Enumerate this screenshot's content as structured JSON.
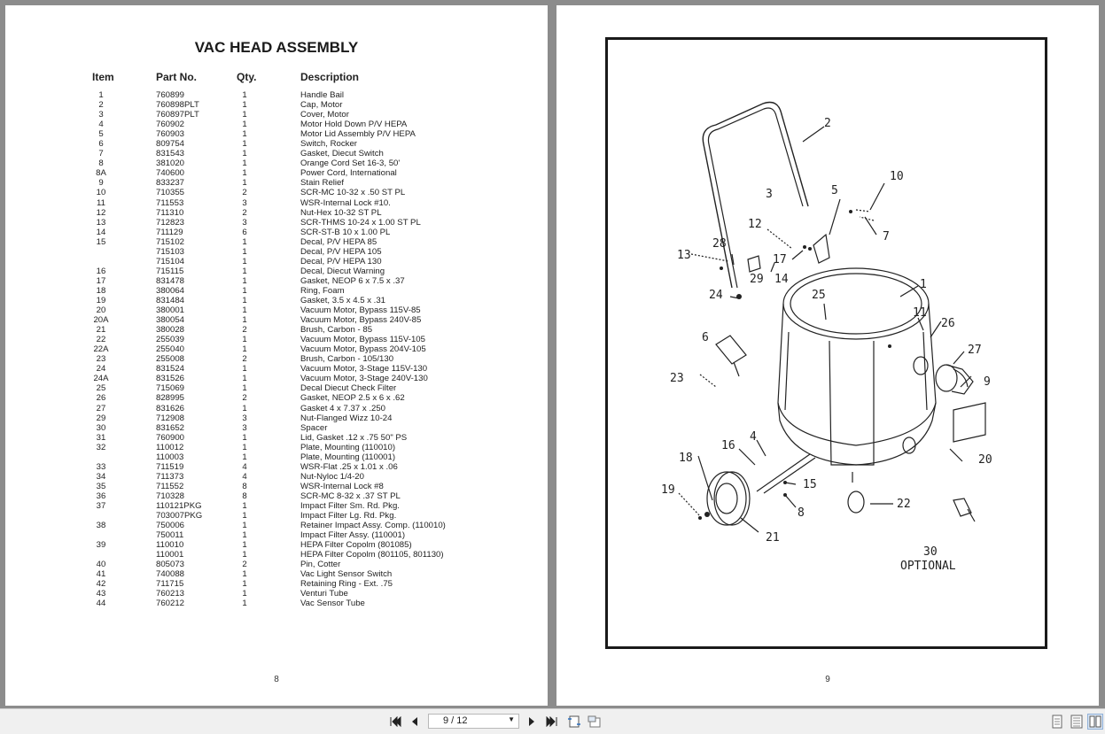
{
  "left_page": {
    "title": "VAC HEAD ASSEMBLY",
    "headers": {
      "item": "Item",
      "part": "Part No.",
      "qty": "Qty.",
      "desc": "Description"
    },
    "rows": [
      {
        "item": "1",
        "part": "760899",
        "qty": "1",
        "desc": "Handle Bail"
      },
      {
        "item": "2",
        "part": "760898PLT",
        "qty": "1",
        "desc": "Cap, Motor"
      },
      {
        "item": "3",
        "part": "760897PLT",
        "qty": "1",
        "desc": "Cover, Motor"
      },
      {
        "item": "4",
        "part": "760902",
        "qty": "1",
        "desc": "Motor Hold Down P/V HEPA"
      },
      {
        "item": "5",
        "part": "760903",
        "qty": "1",
        "desc": "Motor Lid Assembly P/V HEPA"
      },
      {
        "item": "6",
        "part": "809754",
        "qty": "1",
        "desc": "Switch, Rocker"
      },
      {
        "item": "7",
        "part": "831543",
        "qty": "1",
        "desc": "Gasket, Diecut Switch"
      },
      {
        "item": "8",
        "part": "381020",
        "qty": "1",
        "desc": "Orange Cord Set 16-3, 50'"
      },
      {
        "item": "8A",
        "part": "740600",
        "qty": "1",
        "desc": "Power Cord, International"
      },
      {
        "item": "9",
        "part": "833237",
        "qty": "1",
        "desc": "Stain Relief"
      },
      {
        "item": "10",
        "part": "710355",
        "qty": "2",
        "desc": "SCR-MC 10-32 x .50 ST PL"
      },
      {
        "item": "11",
        "part": "711553",
        "qty": "3",
        "desc": "WSR-Internal Lock #10."
      },
      {
        "item": "12",
        "part": "711310",
        "qty": "2",
        "desc": "Nut-Hex 10-32 ST PL"
      },
      {
        "item": "13",
        "part": "712823",
        "qty": "3",
        "desc": "SCR-THMS 10-24 x 1.00 ST PL"
      },
      {
        "item": "14",
        "part": "711129",
        "qty": "6",
        "desc": "SCR-ST-B 10 x 1.00 PL"
      },
      {
        "item": "15",
        "part": "715102",
        "qty": "1",
        "desc": "Decal, P/V HEPA 85"
      },
      {
        "item": "",
        "part": "715103",
        "qty": "1",
        "desc": "Decal, P/V HEPA 105"
      },
      {
        "item": "",
        "part": "715104",
        "qty": "1",
        "desc": "Decal, P/V HEPA 130"
      },
      {
        "item": "16",
        "part": "715115",
        "qty": "1",
        "desc": "Decal, Diecut Warning"
      },
      {
        "item": "17",
        "part": "831478",
        "qty": "1",
        "desc": "Gasket, NEOP 6 x 7.5 x .37"
      },
      {
        "item": "18",
        "part": "380064",
        "qty": "1",
        "desc": "Ring, Foam"
      },
      {
        "item": "19",
        "part": "831484",
        "qty": "1",
        "desc": "Gasket, 3.5 x 4.5 x .31"
      },
      {
        "item": "20",
        "part": "380001",
        "qty": "1",
        "desc": "Vacuum Motor, Bypass 115V-85"
      },
      {
        "item": "20A",
        "part": "380054",
        "qty": "1",
        "desc": "Vacuum Motor, Bypass 240V-85"
      },
      {
        "item": "21",
        "part": "380028",
        "qty": "2",
        "desc": "Brush, Carbon - 85"
      },
      {
        "item": "22",
        "part": "255039",
        "qty": "1",
        "desc": "Vacuum Motor, Bypass 115V-105"
      },
      {
        "item": "22A",
        "part": "255040",
        "qty": "1",
        "desc": "Vacuum Motor, Bypass 204V-105"
      },
      {
        "item": "23",
        "part": "255008",
        "qty": "2",
        "desc": "Brush, Carbon - 105/130"
      },
      {
        "item": "24",
        "part": "831524",
        "qty": "1",
        "desc": "Vacuum Motor, 3-Stage 115V-130"
      },
      {
        "item": "24A",
        "part": "831526",
        "qty": "1",
        "desc": "Vacuum Motor, 3-Stage 240V-130"
      },
      {
        "item": "25",
        "part": "715069",
        "qty": "1",
        "desc": "Decal Diecut Check Filter"
      },
      {
        "item": "26",
        "part": "828995",
        "qty": "2",
        "desc": "Gasket, NEOP 2.5 x 6 x .62"
      },
      {
        "item": "27",
        "part": "831626",
        "qty": "1",
        "desc": "Gasket 4 x 7.37 x .250"
      },
      {
        "item": "29",
        "part": "712908",
        "qty": "3",
        "desc": "Nut-Flanged Wizz 10-24"
      },
      {
        "item": "30",
        "part": "831652",
        "qty": "3",
        "desc": "Spacer"
      },
      {
        "item": "31",
        "part": "760900",
        "qty": "1",
        "desc": "Lid, Gasket .12 x .75 50\" PS"
      },
      {
        "item": "32",
        "part": "110012",
        "qty": "1",
        "desc": "Plate, Mounting (110010)"
      },
      {
        "item": "",
        "part": "110003",
        "qty": "1",
        "desc": "Plate, Mounting (110001)"
      },
      {
        "item": "33",
        "part": "711519",
        "qty": "4",
        "desc": "WSR-Flat .25 x 1.01 x .06"
      },
      {
        "item": "34",
        "part": "711373",
        "qty": "4",
        "desc": "Nut-Nyloc 1/4-20"
      },
      {
        "item": "35",
        "part": "711552",
        "qty": "8",
        "desc": "WSR-Internal Lock #8"
      },
      {
        "item": "36",
        "part": "710328",
        "qty": "8",
        "desc": "SCR-MC 8-32 x .37 ST PL"
      },
      {
        "item": "37",
        "part": "110121PKG",
        "qty": "1",
        "desc": "Impact Filter Sm. Rd. Pkg."
      },
      {
        "item": "",
        "part": "703007PKG",
        "qty": "1",
        "desc": "Impact Filter Lg. Rd. Pkg."
      },
      {
        "item": "38",
        "part": "750006",
        "qty": "1",
        "desc": "Retainer Impact Assy. Comp. (110010)"
      },
      {
        "item": "",
        "part": "750011",
        "qty": "1",
        "desc": "Impact Filter Assy. (110001)"
      },
      {
        "item": "39",
        "part": "110010",
        "qty": "1",
        "desc": "HEPA Filter Copolm (801085)"
      },
      {
        "item": "",
        "part": "110001",
        "qty": "1",
        "desc": "HEPA Filter Copolm (801105, 801130)"
      },
      {
        "item": "40",
        "part": "805073",
        "qty": "2",
        "desc": "Pin, Cotter"
      },
      {
        "item": "41",
        "part": "740088",
        "qty": "1",
        "desc": "Vac Light Sensor Switch"
      },
      {
        "item": "42",
        "part": "711715",
        "qty": "1",
        "desc": "Retaining Ring - Ext. .75"
      },
      {
        "item": "43",
        "part": "760213",
        "qty": "1",
        "desc": "Venturi Tube"
      },
      {
        "item": "44",
        "part": "760212",
        "qty": "1",
        "desc": "Vac Sensor Tube"
      }
    ],
    "page_number": "8"
  },
  "right_page": {
    "page_number": "9",
    "callouts": {
      "c2": "2",
      "c3": "3",
      "c5": "5",
      "c10": "10",
      "c7": "7",
      "c12": "12",
      "c28": "28",
      "c13": "13",
      "c17": "17",
      "c29": "29",
      "c14": "14",
      "c1": "1",
      "c24": "24",
      "c25": "25",
      "c11": "11",
      "c26": "26",
      "c6": "6",
      "c27": "27",
      "c9": "9",
      "c23": "23",
      "c4": "4",
      "c16": "16",
      "c18": "18",
      "c20": "20",
      "c15": "15",
      "c19": "19",
      "c22": "22",
      "c8": "8",
      "c21": "21",
      "c30": "30"
    },
    "optional_label": "OPTIONAL"
  },
  "toolbar": {
    "page_indicator": "9 / 12",
    "icons": [
      "first-page-icon",
      "prev-page-icon",
      "next-page-icon",
      "last-page-icon",
      "fit-page-icon",
      "fit-width-icon",
      "single-page-view-icon",
      "two-page-view-icon",
      "book-view-icon"
    ]
  }
}
